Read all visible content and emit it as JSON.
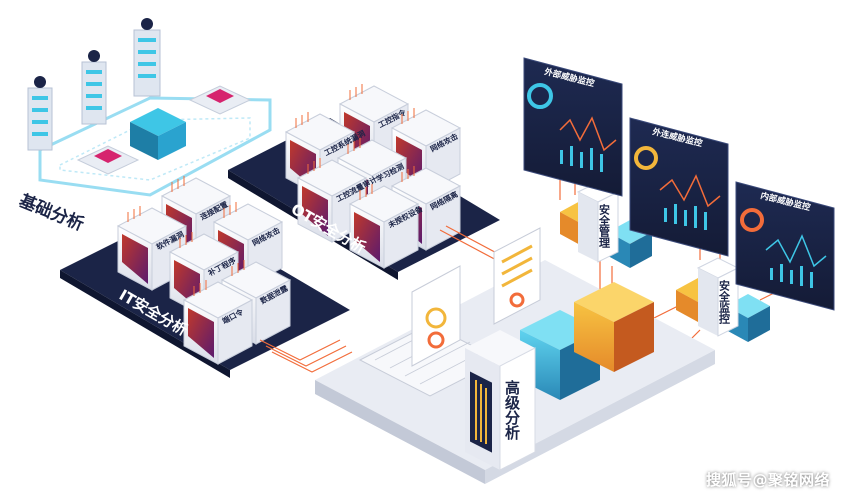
{
  "regions": {
    "basic": "基础分析",
    "ot": "OT安全分析",
    "it": "IT安全分析",
    "advanced": "高级分析",
    "safety_mgmt": "安全管理",
    "safety_monitor": "安全监控"
  },
  "ot_modules": [
    "工控指令",
    "网络攻击",
    "工控系统漏洞",
    "学习检测",
    "网络隔离",
    "工控流量审计",
    "未授权设备"
  ],
  "it_modules": [
    "连接配置",
    "网络攻击",
    "软件漏洞",
    "补丁程序",
    "数据泄露",
    "端口令"
  ],
  "monitors": {
    "external": "外部威胁监控",
    "traffic": "外连威胁监控",
    "internal": "内部威胁监控"
  },
  "watermark": "搜狐号@聚铭网络",
  "colors": {
    "navy": "#1b2447",
    "orange": "#f26c3a",
    "cyan": "#3ec6e6",
    "yellow": "#f2b63b",
    "magenta": "#d6246e"
  }
}
